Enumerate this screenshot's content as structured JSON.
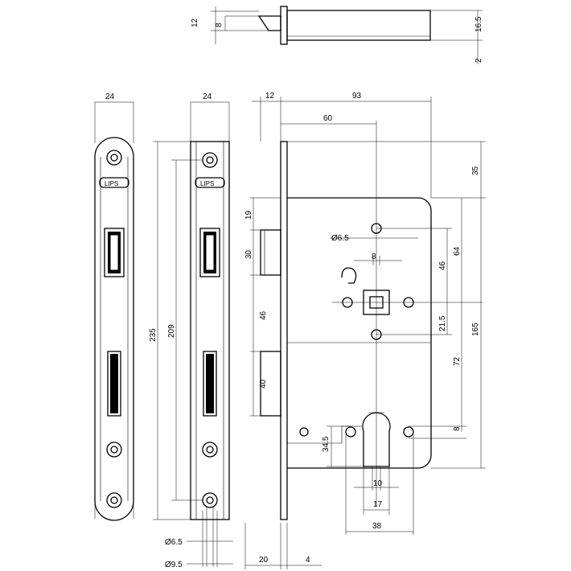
{
  "title": "",
  "faceplate_logo": "LIPS",
  "dimensions": {
    "bolt_height": "12",
    "bolt_inner": "8",
    "face_height": "16.5",
    "face_thickness": "2",
    "faceplate_width_front": "24",
    "faceplate_width_strike": "24",
    "faceplate_thickness": "12",
    "case_depth": "93",
    "backset_cylinder": "60",
    "top_offset": "35",
    "latch_top": "19",
    "latch_height": "30",
    "latch_to_bolt": "46",
    "bolt_height_side": "40",
    "spindle_hole": "Ø6.5",
    "spindle_width": "8",
    "spindle_distance_46": "46",
    "spindle_distance_64": "64",
    "spindle_offset": "21.5",
    "spindle_to_cylinder": "72",
    "case_height": "165",
    "cylinder_offset": "34.5",
    "cylinder_hole_8": "8",
    "cylinder_width_10": "10",
    "cylinder_width_17": "17",
    "cylinder_width_38": "38",
    "faceplate_length": "235",
    "screw_distance": "209",
    "screw_hole_small": "Ø6.5",
    "screw_hole_large": "Ø9.5",
    "bolt_projection": "20",
    "faceplate_edge": "4"
  }
}
